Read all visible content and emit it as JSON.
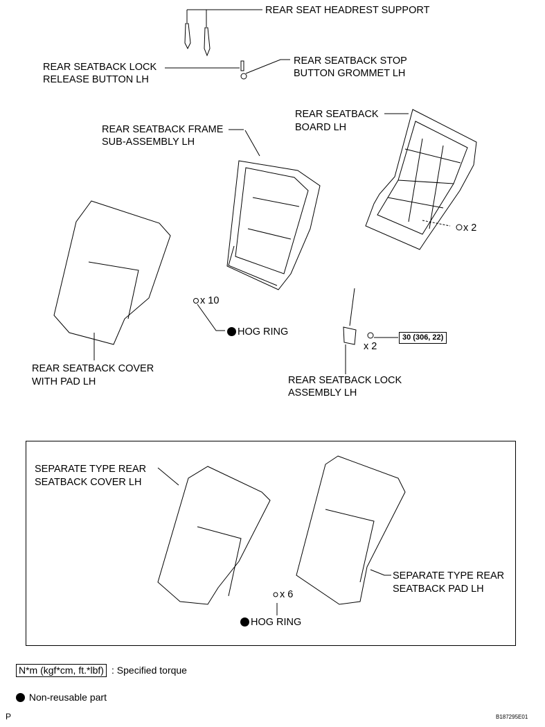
{
  "labels": {
    "headrest_support": "REAR SEAT HEADREST SUPPORT",
    "lock_release_1": "REAR SEATBACK LOCK",
    "lock_release_2": "RELEASE BUTTON LH",
    "stop_grommet_1": "REAR SEATBACK STOP",
    "stop_grommet_2": "BUTTON GROMMET LH",
    "frame_1": "REAR SEATBACK FRAME",
    "frame_2": "SUB-ASSEMBLY LH",
    "board_1": "REAR SEATBACK",
    "board_2": "BOARD LH",
    "board_qty": "x 2",
    "cover_1": "REAR SEATBACK COVER",
    "cover_2": "WITH PAD LH",
    "hogring_qty": "x 10",
    "hogring": "HOG RING",
    "lock_1": "REAR SEATBACK LOCK",
    "lock_2": "ASSEMBLY LH",
    "lock_qty": "x 2",
    "torque": "30 (306, 22)"
  },
  "inset": {
    "sep_cover_1": "SEPARATE TYPE REAR",
    "sep_cover_2": "SEATBACK COVER LH",
    "sep_pad_1": "SEPARATE TYPE REAR",
    "sep_pad_2": "SEATBACK PAD LH",
    "hogring_qty": "x 6",
    "hogring": "HOG RING"
  },
  "legend": {
    "torque_unit": "N*m (kgf*cm, ft.*lbf)",
    "torque_text": ": Specified torque",
    "nonreusable_text": "Non-reusable part"
  },
  "footer": {
    "page_letter": "P",
    "figure_id": "B187295E01"
  }
}
